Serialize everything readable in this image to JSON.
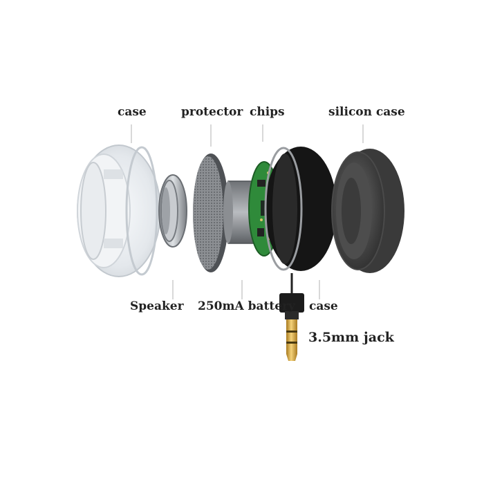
{
  "labels": {
    "case_top": "case",
    "protector": "protector",
    "chips": "chips",
    "silicon_case": "silicon case",
    "speaker": "Speaker",
    "battery": "250mA battery",
    "case_bottom": "case",
    "jack": "3.5mm jack"
  },
  "colors": {
    "label_text": "#222222",
    "leader_line": "#b0b0b0",
    "pcb_green": "#2f8a3a",
    "jack_gold": "#d8a93a",
    "silicon_dark": "#3a3a3a",
    "case_black": "#151515"
  }
}
